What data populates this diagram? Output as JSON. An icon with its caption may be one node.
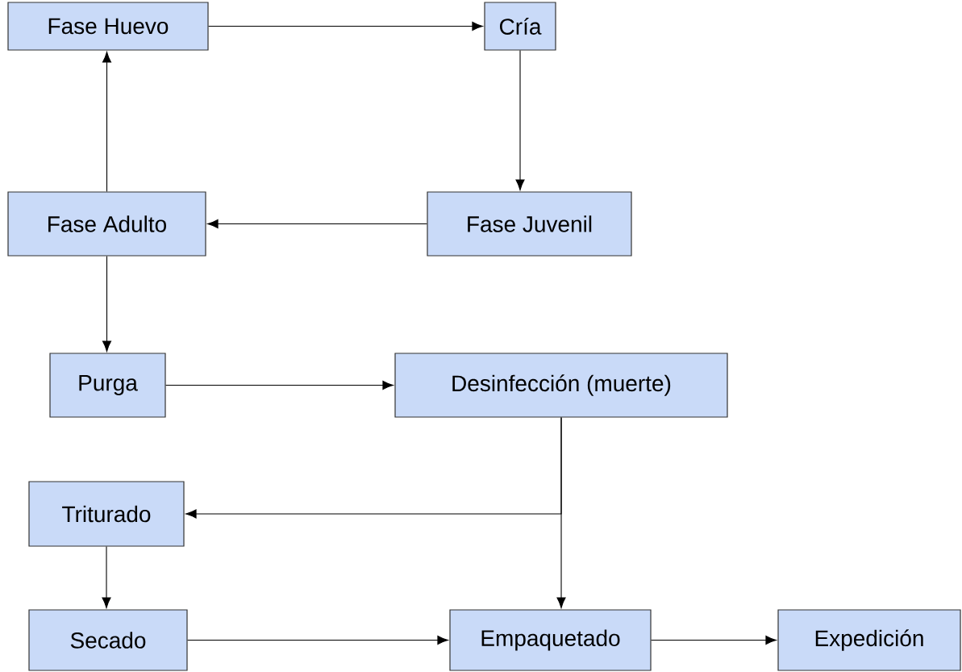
{
  "diagram": {
    "nodes": [
      {
        "text": [
          "Fase Huevo"
        ]
      },
      {
        "text": [
          "Cría"
        ]
      },
      {
        "text": [
          "Fase Juvenil"
        ]
      },
      {
        "text": [
          "Fase Adulto"
        ]
      },
      {
        "text": [
          "Purga"
        ]
      },
      {
        "text": [
          "Desinfección (muerte)"
        ]
      },
      {
        "text": [
          "Triturado"
        ]
      },
      {
        "text": [
          "Secado"
        ]
      },
      {
        "text": [
          "Empaquetado"
        ]
      },
      {
        "text": [
          "Expedición"
        ]
      }
    ],
    "edges": [
      {
        "from": 0,
        "to": 1,
        "arrow": "to"
      },
      {
        "from": 1,
        "to": 2,
        "arrow": "to"
      },
      {
        "from": 2,
        "to": 3,
        "arrow": "to"
      },
      {
        "from": 3,
        "to": 0,
        "arrow": "to"
      },
      {
        "from": 3,
        "to": 4,
        "arrow": "to"
      },
      {
        "from": 4,
        "to": 5,
        "arrow": "to"
      },
      {
        "from": 5,
        "to": 6,
        "arrow": "to"
      },
      {
        "from": 5,
        "to": 8,
        "arrow": "to"
      },
      {
        "from": 6,
        "to": 7,
        "arrow": "to"
      },
      {
        "from": 7,
        "to": 8,
        "arrow": "to"
      },
      {
        "from": 8,
        "to": 9,
        "arrow": "to"
      }
    ]
  }
}
